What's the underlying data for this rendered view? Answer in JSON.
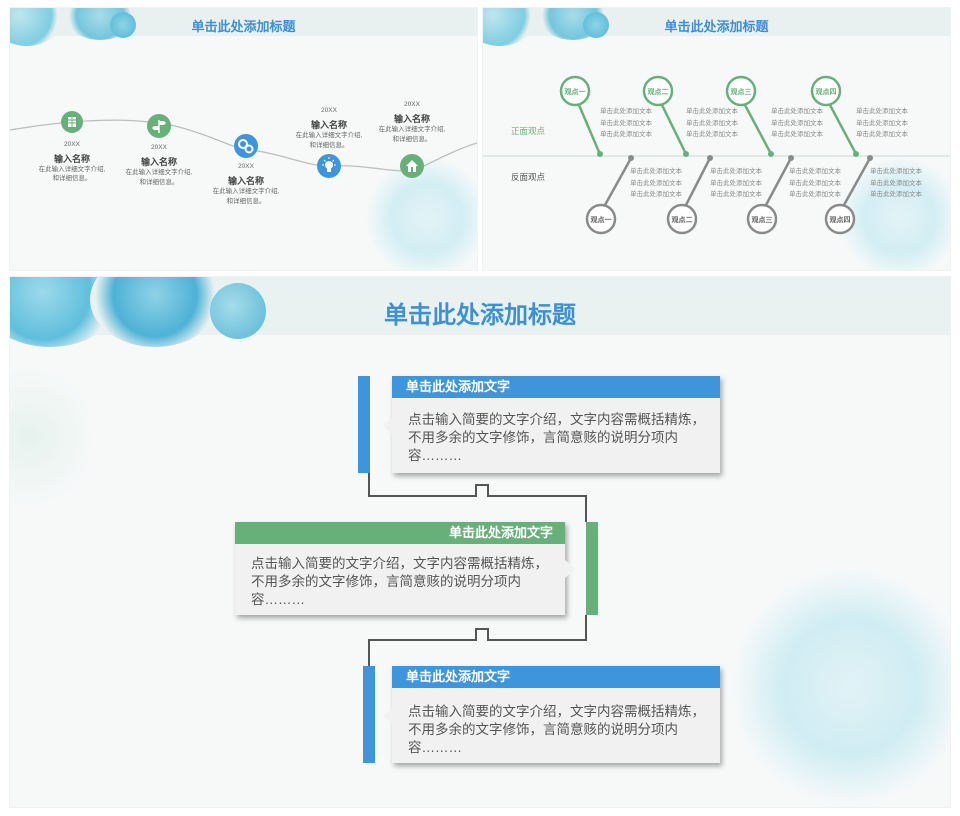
{
  "slide1": {
    "title": "单击此处添加标题",
    "items": [
      {
        "year": "20XX",
        "name": "输入名称",
        "desc1": "在此输入详细文字介绍,",
        "desc2": "和详细信息。",
        "icon": "list-icon"
      },
      {
        "year": "20XX",
        "name": "输入名称",
        "desc1": "在此输入详细文字介绍,",
        "desc2": "和详细信息。",
        "icon": "signpost-icon"
      },
      {
        "year": "20XX",
        "name": "输入名称",
        "desc1": "在此输入详细文字介绍,",
        "desc2": "和详细信息。",
        "icon": "gears-icon"
      },
      {
        "year": "20XX",
        "name": "输入名称",
        "desc1": "在此输入详细文字介绍,",
        "desc2": "和详细信息。",
        "icon": "lightbulb-icon"
      },
      {
        "year": "20XX",
        "name": "输入名称",
        "desc1": "在此输入详细文字介绍,",
        "desc2": "和详细信息。",
        "icon": "home-icon"
      }
    ]
  },
  "slide2": {
    "title": "单击此处添加标题",
    "positive_label": "正面观点",
    "negative_label": "反面观点",
    "top_pins": [
      "观点一",
      "观点二",
      "观点三",
      "观点四"
    ],
    "bottom_pins": [
      "观点一",
      "观点二",
      "观点三",
      "观点四"
    ],
    "text_line": "单击此处添加文本"
  },
  "slide3": {
    "title": "单击此处添加标题",
    "cards": [
      {
        "heading": "单击此处添加文字",
        "line1": "点击输入简要的文字介绍，文字内容需概括精炼，",
        "line2": "不用多余的文字修饰，言简意赅的说明分项内",
        "line3": "容………",
        "color": "#3f95dc"
      },
      {
        "heading": "单击此处添加文字",
        "line1": "点击输入简要的文字介绍，文字内容需概括精炼，",
        "line2": "不用多余的文字修饰，言简意赅的说明分项内",
        "line3": "容………",
        "color": "#68b07a"
      },
      {
        "heading": "单击此处添加文字",
        "line1": "点击输入简要的文字介绍，文字内容需概括精炼，",
        "line2": "不用多余的文字修饰，言简意赅的说明分项内",
        "line3": "容………",
        "color": "#3f95dc"
      }
    ]
  },
  "colors": {
    "blue": "#3f95dc",
    "green": "#68b07a",
    "gray": "#8a8a8a",
    "title_blue": "#3d8fd6"
  }
}
